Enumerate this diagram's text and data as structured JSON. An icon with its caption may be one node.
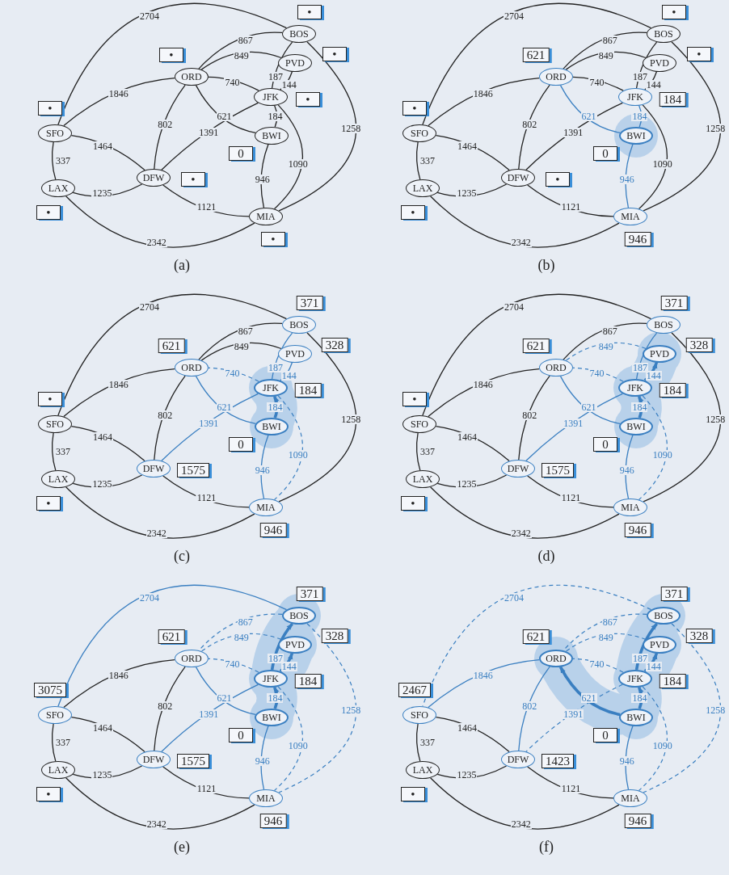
{
  "diagram": {
    "nodes": [
      {
        "text": [
          "BOS"
        ],
        "beside": [
          "•"
        ]
      },
      {
        "text": [
          "PVD"
        ],
        "beside": [
          "•"
        ]
      },
      {
        "text": [
          "ORD"
        ],
        "beside": [
          "•"
        ]
      },
      {
        "text": [
          "JFK"
        ],
        "beside": [
          "•"
        ]
      },
      {
        "text": [
          "SFO"
        ],
        "beside": [
          "•"
        ]
      },
      {
        "text": [
          "BWI"
        ],
        "beside": [
          "0"
        ]
      },
      {
        "text": [
          "DFW"
        ],
        "beside": [
          "•"
        ]
      },
      {
        "text": [
          "LAX"
        ],
        "beside": [
          "•"
        ]
      },
      {
        "text": [
          "MIA"
        ],
        "beside": [
          "•"
        ]
      },
      {
        "text": [
          "BOS"
        ],
        "beside": [
          "•"
        ]
      },
      {
        "text": [
          "PVD"
        ],
        "beside": [
          "•"
        ]
      },
      {
        "text": [
          "ORD"
        ],
        "beside": [
          "621"
        ]
      },
      {
        "text": [
          "JFK"
        ],
        "beside": [
          "184"
        ]
      },
      {
        "text": [
          "SFO"
        ],
        "beside": [
          "•"
        ]
      },
      {
        "text": [
          "BWI"
        ],
        "beside": [
          "0"
        ]
      },
      {
        "text": [
          "DFW"
        ],
        "beside": [
          "•"
        ]
      },
      {
        "text": [
          "LAX"
        ],
        "beside": [
          "•"
        ]
      },
      {
        "text": [
          "MIA"
        ],
        "beside": [
          "946"
        ]
      },
      {
        "text": [
          "BOS"
        ],
        "beside": [
          "371"
        ]
      },
      {
        "text": [
          "PVD"
        ],
        "beside": [
          "328"
        ]
      },
      {
        "text": [
          "ORD"
        ],
        "beside": [
          "621"
        ]
      },
      {
        "text": [
          "JFK"
        ],
        "beside": [
          "184"
        ]
      },
      {
        "text": [
          "SFO"
        ],
        "beside": [
          "•"
        ]
      },
      {
        "text": [
          "BWI"
        ],
        "beside": [
          "0"
        ]
      },
      {
        "text": [
          "DFW"
        ],
        "beside": [
          "1575"
        ]
      },
      {
        "text": [
          "LAX"
        ],
        "beside": [
          "•"
        ]
      },
      {
        "text": [
          "MIA"
        ],
        "beside": [
          "946"
        ]
      },
      {
        "text": [
          "BOS"
        ],
        "beside": [
          "371"
        ]
      },
      {
        "text": [
          "PVD"
        ],
        "beside": [
          "328"
        ]
      },
      {
        "text": [
          "ORD"
        ],
        "beside": [
          "621"
        ]
      },
      {
        "text": [
          "JFK"
        ],
        "beside": [
          "184"
        ]
      },
      {
        "text": [
          "SFO"
        ],
        "beside": [
          "•"
        ]
      },
      {
        "text": [
          "BWI"
        ],
        "beside": [
          "0"
        ]
      },
      {
        "text": [
          "DFW"
        ],
        "beside": [
          "1575"
        ]
      },
      {
        "text": [
          "LAX"
        ],
        "beside": [
          "•"
        ]
      },
      {
        "text": [
          "MIA"
        ],
        "beside": [
          "946"
        ]
      },
      {
        "text": [
          "BOS"
        ],
        "beside": [
          "371"
        ]
      },
      {
        "text": [
          "PVD"
        ],
        "beside": [
          "328"
        ]
      },
      {
        "text": [
          "ORD"
        ],
        "beside": [
          "621"
        ]
      },
      {
        "text": [
          "JFK"
        ],
        "beside": [
          "184"
        ]
      },
      {
        "text": [
          "SFO"
        ],
        "beside": [
          "3075"
        ]
      },
      {
        "text": [
          "BWI"
        ],
        "beside": [
          "0"
        ]
      },
      {
        "text": [
          "DFW"
        ],
        "beside": [
          "1575"
        ]
      },
      {
        "text": [
          "LAX"
        ],
        "beside": [
          "•"
        ]
      },
      {
        "text": [
          "MIA"
        ],
        "beside": [
          "946"
        ]
      },
      {
        "text": [
          "BOS"
        ],
        "beside": [
          "371"
        ]
      },
      {
        "text": [
          "PVD"
        ],
        "beside": [
          "328"
        ]
      },
      {
        "text": [
          "ORD"
        ],
        "beside": [
          "621"
        ]
      },
      {
        "text": [
          "JFK"
        ],
        "beside": [
          "184"
        ]
      },
      {
        "text": [
          "SFO"
        ],
        "beside": [
          "2467"
        ]
      },
      {
        "text": [
          "BWI"
        ],
        "beside": [
          "0"
        ]
      },
      {
        "text": [
          "DFW"
        ],
        "beside": [
          "1423"
        ]
      },
      {
        "text": [
          "LAX"
        ],
        "beside": [
          "•"
        ]
      },
      {
        "text": [
          "MIA"
        ],
        "beside": [
          "946"
        ]
      }
    ],
    "edges": [
      {
        "from": 4,
        "to": 7,
        "arrow": "none",
        "label": "337"
      },
      {
        "from": 4,
        "to": 0,
        "arrow": "none",
        "label": "2704"
      },
      {
        "from": 4,
        "to": 2,
        "arrow": "none",
        "label": "1846"
      },
      {
        "from": 4,
        "to": 6,
        "arrow": "none",
        "label": "1464"
      },
      {
        "from": 7,
        "to": 6,
        "arrow": "none",
        "label": "1235"
      },
      {
        "from": 7,
        "to": 8,
        "arrow": "none",
        "label": "2342"
      },
      {
        "from": 2,
        "to": 0,
        "arrow": "none",
        "label": "867"
      },
      {
        "from": 2,
        "to": 1,
        "arrow": "none",
        "label": "849"
      },
      {
        "from": 2,
        "to": 3,
        "arrow": "none",
        "label": "740"
      },
      {
        "from": 5,
        "to": 2,
        "arrow": "none",
        "label": "621"
      },
      {
        "from": 2,
        "to": 6,
        "arrow": "none",
        "label": "802"
      },
      {
        "from": 6,
        "to": 3,
        "arrow": "none",
        "label": "1391"
      },
      {
        "from": 6,
        "to": 8,
        "arrow": "none",
        "label": "1121"
      },
      {
        "from": 3,
        "to": 0,
        "arrow": "none",
        "label": "187"
      },
      {
        "from": 3,
        "to": 1,
        "arrow": "none",
        "label": "144"
      },
      {
        "from": 5,
        "to": 3,
        "arrow": "none",
        "label": "184"
      },
      {
        "from": 3,
        "to": 8,
        "arrow": "none",
        "label": "1090"
      },
      {
        "from": 5,
        "to": 8,
        "arrow": "none",
        "label": "946"
      },
      {
        "from": 0,
        "to": 8,
        "arrow": "none",
        "label": "1258"
      },
      {
        "from": 13,
        "to": 16,
        "arrow": "none",
        "label": "337"
      },
      {
        "from": 13,
        "to": 9,
        "arrow": "none",
        "label": "2704"
      },
      {
        "from": 13,
        "to": 11,
        "arrow": "none",
        "label": "1846"
      },
      {
        "from": 13,
        "to": 15,
        "arrow": "none",
        "label": "1464"
      },
      {
        "from": 16,
        "to": 15,
        "arrow": "none",
        "label": "1235"
      },
      {
        "from": 16,
        "to": 17,
        "arrow": "none",
        "label": "2342"
      },
      {
        "from": 11,
        "to": 9,
        "arrow": "none",
        "label": "867"
      },
      {
        "from": 11,
        "to": 10,
        "arrow": "none",
        "label": "849"
      },
      {
        "from": 11,
        "to": 12,
        "arrow": "none",
        "label": "740"
      },
      {
        "from": 14,
        "to": 11,
        "arrow": "none",
        "label": "621",
        "color": "#3a7fc1"
      },
      {
        "from": 11,
        "to": 15,
        "arrow": "none",
        "label": "802"
      },
      {
        "from": 15,
        "to": 12,
        "arrow": "none",
        "label": "1391"
      },
      {
        "from": 15,
        "to": 17,
        "arrow": "none",
        "label": "1121"
      },
      {
        "from": 12,
        "to": 9,
        "arrow": "none",
        "label": "187"
      },
      {
        "from": 12,
        "to": 10,
        "arrow": "none",
        "label": "144"
      },
      {
        "from": 14,
        "to": 12,
        "arrow": "none",
        "label": "184",
        "color": "#3a7fc1"
      },
      {
        "from": 12,
        "to": 17,
        "arrow": "none",
        "label": "1090"
      },
      {
        "from": 14,
        "to": 17,
        "arrow": "none",
        "label": "946",
        "color": "#3a7fc1"
      },
      {
        "from": 9,
        "to": 17,
        "arrow": "none",
        "label": "1258"
      },
      {
        "from": 22,
        "to": 25,
        "arrow": "none",
        "label": "337"
      },
      {
        "from": 22,
        "to": 18,
        "arrow": "none",
        "label": "2704"
      },
      {
        "from": 22,
        "to": 20,
        "arrow": "none",
        "label": "1846"
      },
      {
        "from": 22,
        "to": 24,
        "arrow": "none",
        "label": "1464"
      },
      {
        "from": 25,
        "to": 24,
        "arrow": "none",
        "label": "1235"
      },
      {
        "from": 25,
        "to": 26,
        "arrow": "none",
        "label": "2342"
      },
      {
        "from": 20,
        "to": 18,
        "arrow": "none",
        "label": "867"
      },
      {
        "from": 20,
        "to": 19,
        "arrow": "none",
        "label": "849"
      },
      {
        "from": 21,
        "to": 20,
        "arrow": "none",
        "label": "740",
        "style": "dashed",
        "color": "#3a7fc1"
      },
      {
        "from": 23,
        "to": 20,
        "arrow": "none",
        "label": "621",
        "color": "#3a7fc1"
      },
      {
        "from": 20,
        "to": 24,
        "arrow": "none",
        "label": "802"
      },
      {
        "from": 21,
        "to": 24,
        "arrow": "none",
        "label": "1391",
        "color": "#3a7fc1"
      },
      {
        "from": 24,
        "to": 26,
        "arrow": "none",
        "label": "1121"
      },
      {
        "from": 21,
        "to": 18,
        "arrow": "none",
        "label": "187",
        "color": "#3a7fc1"
      },
      {
        "from": 21,
        "to": 19,
        "arrow": "none",
        "label": "144",
        "color": "#3a7fc1"
      },
      {
        "from": 23,
        "to": 21,
        "arrow": "to",
        "label": "184",
        "style": "thick",
        "color": "#3a7fc1"
      },
      {
        "from": 21,
        "to": 26,
        "arrow": "none",
        "label": "1090",
        "style": "dashed",
        "color": "#3a7fc1"
      },
      {
        "from": 23,
        "to": 26,
        "arrow": "none",
        "label": "946",
        "color": "#3a7fc1"
      },
      {
        "from": 18,
        "to": 26,
        "arrow": "none",
        "label": "1258"
      },
      {
        "from": 31,
        "to": 34,
        "arrow": "none",
        "label": "337"
      },
      {
        "from": 31,
        "to": 27,
        "arrow": "none",
        "label": "2704"
      },
      {
        "from": 31,
        "to": 29,
        "arrow": "none",
        "label": "1846"
      },
      {
        "from": 31,
        "to": 33,
        "arrow": "none",
        "label": "1464"
      },
      {
        "from": 34,
        "to": 33,
        "arrow": "none",
        "label": "1235"
      },
      {
        "from": 34,
        "to": 35,
        "arrow": "none",
        "label": "2342"
      },
      {
        "from": 29,
        "to": 27,
        "arrow": "none",
        "label": "867"
      },
      {
        "from": 28,
        "to": 29,
        "arrow": "none",
        "label": "849",
        "style": "dashed",
        "color": "#3a7fc1"
      },
      {
        "from": 30,
        "to": 29,
        "arrow": "none",
        "label": "740",
        "style": "dashed",
        "color": "#3a7fc1"
      },
      {
        "from": 32,
        "to": 29,
        "arrow": "none",
        "label": "621",
        "color": "#3a7fc1"
      },
      {
        "from": 29,
        "to": 33,
        "arrow": "none",
        "label": "802"
      },
      {
        "from": 30,
        "to": 33,
        "arrow": "none",
        "label": "1391",
        "color": "#3a7fc1"
      },
      {
        "from": 33,
        "to": 35,
        "arrow": "none",
        "label": "1121"
      },
      {
        "from": 30,
        "to": 27,
        "arrow": "none",
        "label": "187",
        "color": "#3a7fc1"
      },
      {
        "from": 30,
        "to": 28,
        "arrow": "to",
        "label": "144",
        "style": "thick",
        "color": "#3a7fc1"
      },
      {
        "from": 32,
        "to": 30,
        "arrow": "to",
        "label": "184",
        "style": "thick",
        "color": "#3a7fc1"
      },
      {
        "from": 30,
        "to": 35,
        "arrow": "none",
        "label": "1090",
        "style": "dashed",
        "color": "#3a7fc1"
      },
      {
        "from": 32,
        "to": 35,
        "arrow": "none",
        "label": "946",
        "color": "#3a7fc1"
      },
      {
        "from": 27,
        "to": 35,
        "arrow": "none",
        "label": "1258"
      },
      {
        "from": 40,
        "to": 43,
        "arrow": "none",
        "label": "337"
      },
      {
        "from": 36,
        "to": 40,
        "arrow": "none",
        "label": "2704",
        "color": "#3a7fc1"
      },
      {
        "from": 40,
        "to": 38,
        "arrow": "none",
        "label": "1846"
      },
      {
        "from": 40,
        "to": 42,
        "arrow": "none",
        "label": "1464"
      },
      {
        "from": 43,
        "to": 42,
        "arrow": "none",
        "label": "1235"
      },
      {
        "from": 43,
        "to": 44,
        "arrow": "none",
        "label": "2342"
      },
      {
        "from": 36,
        "to": 38,
        "arrow": "none",
        "label": "867",
        "style": "dashed",
        "color": "#3a7fc1"
      },
      {
        "from": 37,
        "to": 38,
        "arrow": "none",
        "label": "849",
        "style": "dashed",
        "color": "#3a7fc1"
      },
      {
        "from": 39,
        "to": 38,
        "arrow": "none",
        "label": "740",
        "style": "dashed",
        "color": "#3a7fc1"
      },
      {
        "from": 41,
        "to": 38,
        "arrow": "none",
        "label": "621",
        "color": "#3a7fc1"
      },
      {
        "from": 38,
        "to": 42,
        "arrow": "none",
        "label": "802"
      },
      {
        "from": 39,
        "to": 42,
        "arrow": "none",
        "label": "1391",
        "color": "#3a7fc1"
      },
      {
        "from": 42,
        "to": 44,
        "arrow": "none",
        "label": "1121"
      },
      {
        "from": 39,
        "to": 36,
        "arrow": "to",
        "label": "187",
        "style": "thick",
        "color": "#3a7fc1"
      },
      {
        "from": 39,
        "to": 37,
        "arrow": "to",
        "label": "144",
        "style": "thick",
        "color": "#3a7fc1"
      },
      {
        "from": 41,
        "to": 39,
        "arrow": "to",
        "label": "184",
        "style": "thick",
        "color": "#3a7fc1"
      },
      {
        "from": 39,
        "to": 44,
        "arrow": "none",
        "label": "1090",
        "style": "dashed",
        "color": "#3a7fc1"
      },
      {
        "from": 41,
        "to": 44,
        "arrow": "none",
        "label": "946",
        "color": "#3a7fc1"
      },
      {
        "from": 36,
        "to": 44,
        "arrow": "none",
        "label": "1258",
        "style": "dashed",
        "color": "#3a7fc1"
      },
      {
        "from": 49,
        "to": 52,
        "arrow": "none",
        "label": "337"
      },
      {
        "from": 45,
        "to": 49,
        "arrow": "none",
        "label": "2704",
        "style": "dashed",
        "color": "#3a7fc1"
      },
      {
        "from": 47,
        "to": 49,
        "arrow": "none",
        "label": "1846",
        "color": "#3a7fc1"
      },
      {
        "from": 49,
        "to": 51,
        "arrow": "none",
        "label": "1464"
      },
      {
        "from": 52,
        "to": 51,
        "arrow": "none",
        "label": "1235"
      },
      {
        "from": 52,
        "to": 53,
        "arrow": "none",
        "label": "2342"
      },
      {
        "from": 45,
        "to": 47,
        "arrow": "none",
        "label": "867",
        "style": "dashed",
        "color": "#3a7fc1"
      },
      {
        "from": 46,
        "to": 47,
        "arrow": "none",
        "label": "849",
        "style": "dashed",
        "color": "#3a7fc1"
      },
      {
        "from": 48,
        "to": 47,
        "arrow": "none",
        "label": "740",
        "style": "dashed",
        "color": "#3a7fc1"
      },
      {
        "from": 50,
        "to": 47,
        "arrow": "to",
        "label": "621",
        "style": "thick",
        "color": "#3a7fc1"
      },
      {
        "from": 47,
        "to": 51,
        "arrow": "none",
        "label": "802",
        "color": "#3a7fc1"
      },
      {
        "from": 48,
        "to": 51,
        "arrow": "none",
        "label": "1391",
        "style": "dashed",
        "color": "#3a7fc1"
      },
      {
        "from": 51,
        "to": 53,
        "arrow": "none",
        "label": "1121"
      },
      {
        "from": 48,
        "to": 45,
        "arrow": "to",
        "label": "187",
        "style": "thick",
        "color": "#3a7fc1"
      },
      {
        "from": 48,
        "to": 46,
        "arrow": "to",
        "label": "144",
        "style": "thick",
        "color": "#3a7fc1"
      },
      {
        "from": 50,
        "to": 48,
        "arrow": "to",
        "label": "184",
        "style": "thick",
        "color": "#3a7fc1"
      },
      {
        "from": 48,
        "to": 53,
        "arrow": "none",
        "label": "1090",
        "style": "dashed",
        "color": "#3a7fc1"
      },
      {
        "from": 50,
        "to": 53,
        "arrow": "none",
        "label": "946",
        "color": "#3a7fc1"
      },
      {
        "from": 45,
        "to": 53,
        "arrow": "none",
        "label": "1258",
        "style": "dashed",
        "color": "#3a7fc1"
      }
    ],
    "labels": [
      "(a)",
      "(b)",
      "(c)",
      "(d)",
      "(e)",
      "(f)"
    ]
  }
}
